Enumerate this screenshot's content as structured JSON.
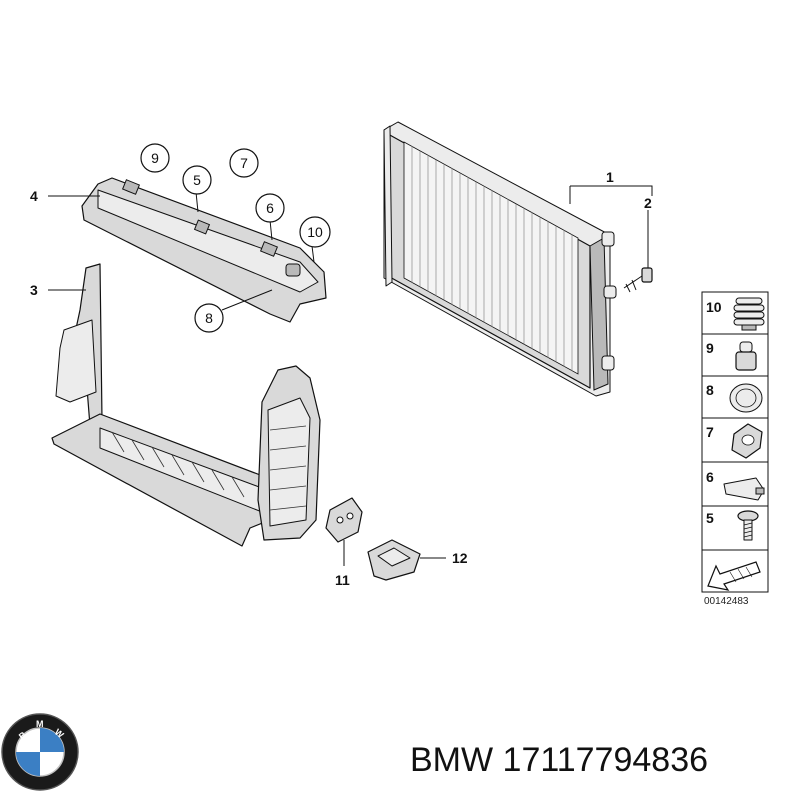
{
  "diagram": {
    "callouts": [
      "1",
      "2",
      "3",
      "4",
      "5",
      "6",
      "7",
      "8",
      "9",
      "10",
      "11",
      "12"
    ],
    "legend": [
      {
        "number": "10",
        "part": "bump-stop"
      },
      {
        "number": "9",
        "part": "rubber-mount"
      },
      {
        "number": "8",
        "part": "cap"
      },
      {
        "number": "7",
        "part": "clip"
      },
      {
        "number": "6",
        "part": "holder"
      },
      {
        "number": "5",
        "part": "screw"
      }
    ],
    "drawing_number": "00142483"
  },
  "caption": {
    "brand": "BMW",
    "part_number": "17117794836",
    "text": "BMW 17117794836"
  },
  "logo": {
    "letters": "BMW",
    "colors": {
      "ring": "#1a1a1a",
      "blue": "#3b7fc4",
      "white": "#ffffff"
    }
  }
}
